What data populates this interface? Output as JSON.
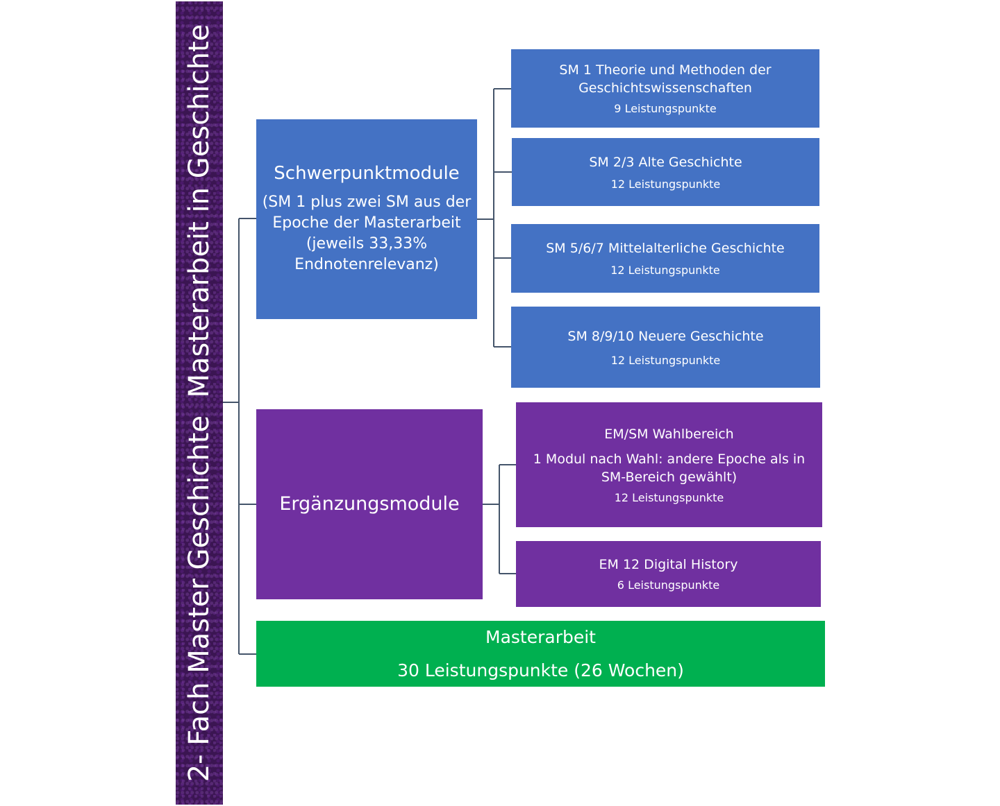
{
  "root": {
    "title": "2- Fach Master Geschichte  Masterarbeit in Geschichte",
    "colors": {
      "background": "#3b1552",
      "text": "#ffffff"
    }
  },
  "schwerpunkt": {
    "title": "Schwerpunktmodule",
    "subtitle": "(SM 1 plus zwei SM aus der Epoche der Masterarbeit (jeweils 33,33% Endnotenrelevanz)",
    "color": "#4472c4",
    "modules": [
      {
        "title": "SM 1 Theorie und Methoden der Geschichtswissenschaften",
        "points": "9 Leistungspunkte"
      },
      {
        "title": "SM 2/3 Alte Geschichte",
        "points": "12 Leistungspunkte"
      },
      {
        "title": "SM 5/6/7 Mittelalterliche Geschichte",
        "points": "12 Leistungspunkte"
      },
      {
        "title": "SM 8/9/10 Neuere Geschichte",
        "points": "12 Leistungspunkte"
      }
    ]
  },
  "ergaenzung": {
    "title": "Ergänzungsmodule",
    "color": "#7030a0",
    "modules": [
      {
        "title": "EM/SM  Wahlbereich",
        "subtitle": "1 Modul nach Wahl: andere Epoche als in SM-Bereich gewählt)",
        "points": "12 Leistungspunkte"
      },
      {
        "title": "EM 12 Digital History",
        "points": "6 Leistungspunkte"
      }
    ]
  },
  "masterarbeit": {
    "title": "Masterarbeit",
    "points": "30 Leistungspunkte (26 Wochen)",
    "color": "#00b050"
  },
  "connector_color": "#44546a"
}
